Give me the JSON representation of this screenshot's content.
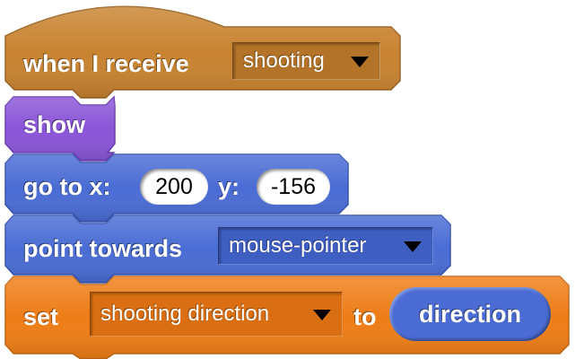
{
  "colors": {
    "events": "#C88330",
    "looks": "#8A55D7",
    "motion": "#4A6CD4",
    "data": "#EE7D16"
  },
  "blocks": {
    "receive": {
      "label": "when I receive",
      "message": "shooting"
    },
    "show": {
      "label": "show"
    },
    "goto": {
      "label": "go to x:",
      "x_value": "200",
      "y_label": "y:",
      "y_value": "-156"
    },
    "point": {
      "label": "point towards",
      "target": "mouse-pointer"
    },
    "set": {
      "label": "set",
      "variable": "shooting direction",
      "to_label": "to",
      "reporter": "direction"
    }
  }
}
